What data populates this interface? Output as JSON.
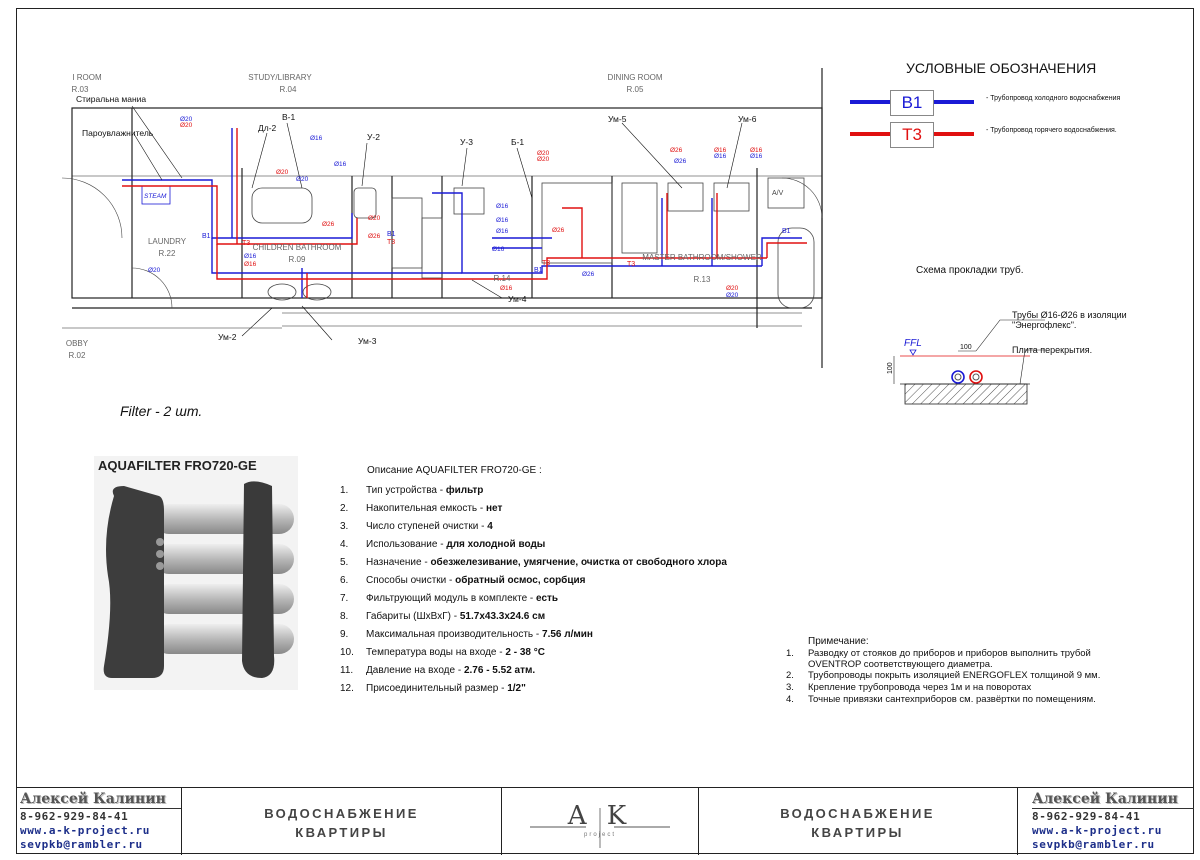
{
  "plan": {
    "rooms": [
      {
        "name": "I ROOM",
        "code": "R.03"
      },
      {
        "name": "STUDY/LIBRARY",
        "code": "R.04"
      },
      {
        "name": "DINING ROOM",
        "code": "R.05"
      },
      {
        "name": "LAUNDRY",
        "code": "R.22"
      },
      {
        "name": "CHILDREN BATHROOM",
        "code": "R.09"
      },
      {
        "name": "",
        "code": "R.14"
      },
      {
        "name": "MASTER BATHROOM/SHOWER",
        "code": "R.13"
      },
      {
        "name": "OBBY",
        "code": "R.02"
      }
    ],
    "labels": {
      "washing_machine": "Стиральна маниа",
      "steam": "Пароувлажнитель",
      "steam_box": "STEAM",
      "av": "A/V",
      "dl2": "Дл-2",
      "v1": "В-1",
      "u2": "У-2",
      "u3": "У-3",
      "b1": "Б-1",
      "um5": "Ум-5",
      "um6": "Ум-6",
      "um2": "Ум-2",
      "um3": "Ум-3",
      "um4": "Ум-4"
    },
    "pipe_tags": {
      "cold": "В1",
      "hot": "Т3"
    },
    "diameters": [
      "Ø16",
      "Ø20",
      "Ø26"
    ]
  },
  "legend": {
    "title": "УСЛОВНЫЕ ОБОЗНАЧЕНИЯ",
    "items": [
      {
        "tag": "В1",
        "color": "#1a1ad6",
        "description": "- Трубопровод холодного водоснабжения"
      },
      {
        "tag": "Т3",
        "color": "#e01010",
        "description": "- Трубопровод горячего  водоснабжения."
      }
    ]
  },
  "section": {
    "title": "Схема прокладки труб.",
    "pipe_note_1": "Трубы Ø16-Ø26 в изоляции",
    "pipe_note_2": "\"Энергофлекс\".",
    "slab_label": "Плита перекрытия.",
    "ffl": "FFL",
    "dim_horizontal": "100",
    "dim_vertical": "100"
  },
  "filter_caption": "Filter - 2  шт.",
  "product": {
    "title": "AQUAFILTER FRO720-GE"
  },
  "spec": {
    "title": "Описание AQUAFILTER FRO720-GE :",
    "items": [
      {
        "num": "1.",
        "label": "Тип устройства - ",
        "value": "фильтр"
      },
      {
        "num": "2.",
        "label": "Накопительная емкость - ",
        "value": "нет"
      },
      {
        "num": "3.",
        "label": "Число ступеней очистки - ",
        "value": "4"
      },
      {
        "num": "4.",
        "label": "Использование - ",
        "value": "для холодной воды"
      },
      {
        "num": "5.",
        "label": "Назначение - ",
        "value": "обезжелезивание, умягчение, очистка от свободного хлора"
      },
      {
        "num": "6.",
        "label": "Способы очистки - ",
        "value": "обратный осмос, сорбция"
      },
      {
        "num": "7.",
        "label": "Фильтрующий модуль в комплекте - ",
        "value": "есть"
      },
      {
        "num": "8.",
        "label": "Габариты (ШхВхГ) - ",
        "value": "51.7х43.3х24.6 см"
      },
      {
        "num": "9.",
        "label": "Максимальная производительность - ",
        "value": "7.56 л/мин"
      },
      {
        "num": "10.",
        "label": "Температура воды на входе - ",
        "value": "2 - 38 °C"
      },
      {
        "num": "11.",
        "label": "Давление на входе - ",
        "value": "2.76 - 5.52 атм."
      },
      {
        "num": "12.",
        "label": "Присоединительный размер - ",
        "value": "1/2\""
      }
    ]
  },
  "notes": {
    "title": "Примечание:",
    "items": [
      {
        "num": "1.",
        "text": "Разводку от стояков до приборов и приборов выполнить трубой\nOVENTROP соответствующего диаметра."
      },
      {
        "num": "2.",
        "text": "Трубопроводы покрыть  изоляцией ENERGOFLEX толщиной 9 мм."
      },
      {
        "num": "3.",
        "text": "Крепление трубопровода через 1м и на поворотах"
      },
      {
        "num": "4.",
        "text": "Точные привязки сантехприборов см. развёртки по помещениям."
      }
    ]
  },
  "footer": {
    "author": "Алексей Калинин",
    "phone": "8-962-929-84-41",
    "site": "www.a-k-project.ru",
    "email": "sevpkb@rambler.ru",
    "project_line1": "ВОДОСНАБЖЕНИЕ",
    "project_line2": "КВАРТИРЫ",
    "logo_letters": "A K",
    "logo_sub": "project"
  }
}
